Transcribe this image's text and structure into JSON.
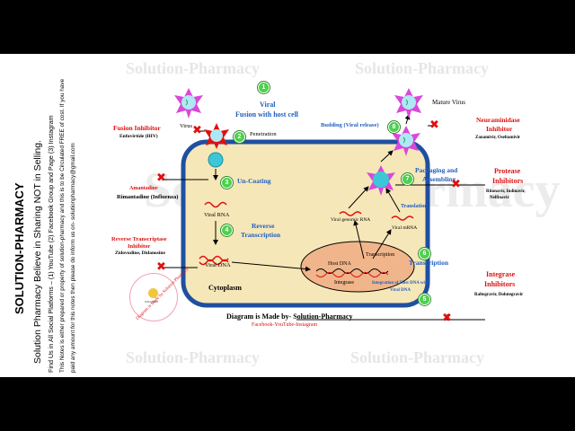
{
  "watermark": {
    "small": "Solution-Pharmacy",
    "big": "Solution-Pharmacy"
  },
  "sidebar": {
    "title": "SOLUTION-PHARMACY",
    "line1": "Solution Pharmacy Believe in Sharing NOT in Selling.",
    "line2": "Find Us in All Social Platforms – (1) YouTube (2) Facebook Group and Page (3) Instagram",
    "line3": "This Notes is either prepared or property of solution-pharmacy and this is to be Circulated FREE of cost. If you have",
    "line4": "paid any amount for this notes then please do inform us on- solutionpharmacy@gmail.com"
  },
  "steps": {
    "s1": "1",
    "s2": "2",
    "s3": "3",
    "s4": "4",
    "s5": "5",
    "s6": "6",
    "s7": "7",
    "s8": "8"
  },
  "labels": {
    "viral_fusion": "Viral",
    "viral_fusion2": "Fusion with host cell",
    "virus": "Virus",
    "penetration": "Penetration",
    "uncoating": "Un-Coating",
    "viral_rna": "Viral RNA",
    "reverse_transcription": "Reverse",
    "reverse_transcription2": "Transcription",
    "viral_dna": "Viral DNA",
    "cytoplasm": "Cytoplasm",
    "host_dna": "Host DNA",
    "integrase": "Integrase",
    "transcription_small": "Transcription",
    "transcription": "Transcription",
    "integration": "Integration of Host DNA with",
    "integration2": "Viral DNA",
    "translation": "Translation",
    "viral_mrna": "Viral mRNA",
    "viral_genomic_rna": "Viral genomic RNA",
    "packaging": "Packaging and",
    "packaging2": "Assembling",
    "budding": "Budding (Viral release)",
    "mature_virus": "Mature Virus"
  },
  "inhibitors": {
    "fusion_title": "Fusion Inhibitor",
    "fusion_drug": "Enfuvirtide (HIV)",
    "amantadine_title": "Amantadine",
    "amantadine_drug": "Rimantadine (Influenza)",
    "rti_title": "Reverse Transcriptase",
    "rti_title2": "Inhibitor",
    "rti_drug": "Zidovudine, Didanosine",
    "neuraminidase_title": "Neuraminidase",
    "neuraminidase_title2": "Inhibitor",
    "neuraminidase_drug": "Zanamivir, Oseltamivir",
    "protease_title": "Protease",
    "protease_title2": "Inhibitors",
    "protease_drug": "Ritonavir, Indinavir,",
    "protease_drug2": "Nelfinavir",
    "integrase_title": "Integrase",
    "integrase_title2": "Inhibitors",
    "integrase_drug": "Raltegravir, Dolutegravir"
  },
  "footer": {
    "made_by": "Diagram is Made by- Solution-Pharmacy",
    "platforms": "Facebook-YouTube-Instagram"
  },
  "seal": {
    "text": "Diagram is Made by Solution Pharmacy",
    "label": "SOLUTION"
  },
  "colors": {
    "cell_border": "#1f4fa0",
    "cell_fill": "#f6e7b8",
    "nucleus_fill": "#f0b58a",
    "virus": "#d948d9",
    "accent_red": "#d11111",
    "accent_blue": "#1f5fbf"
  }
}
